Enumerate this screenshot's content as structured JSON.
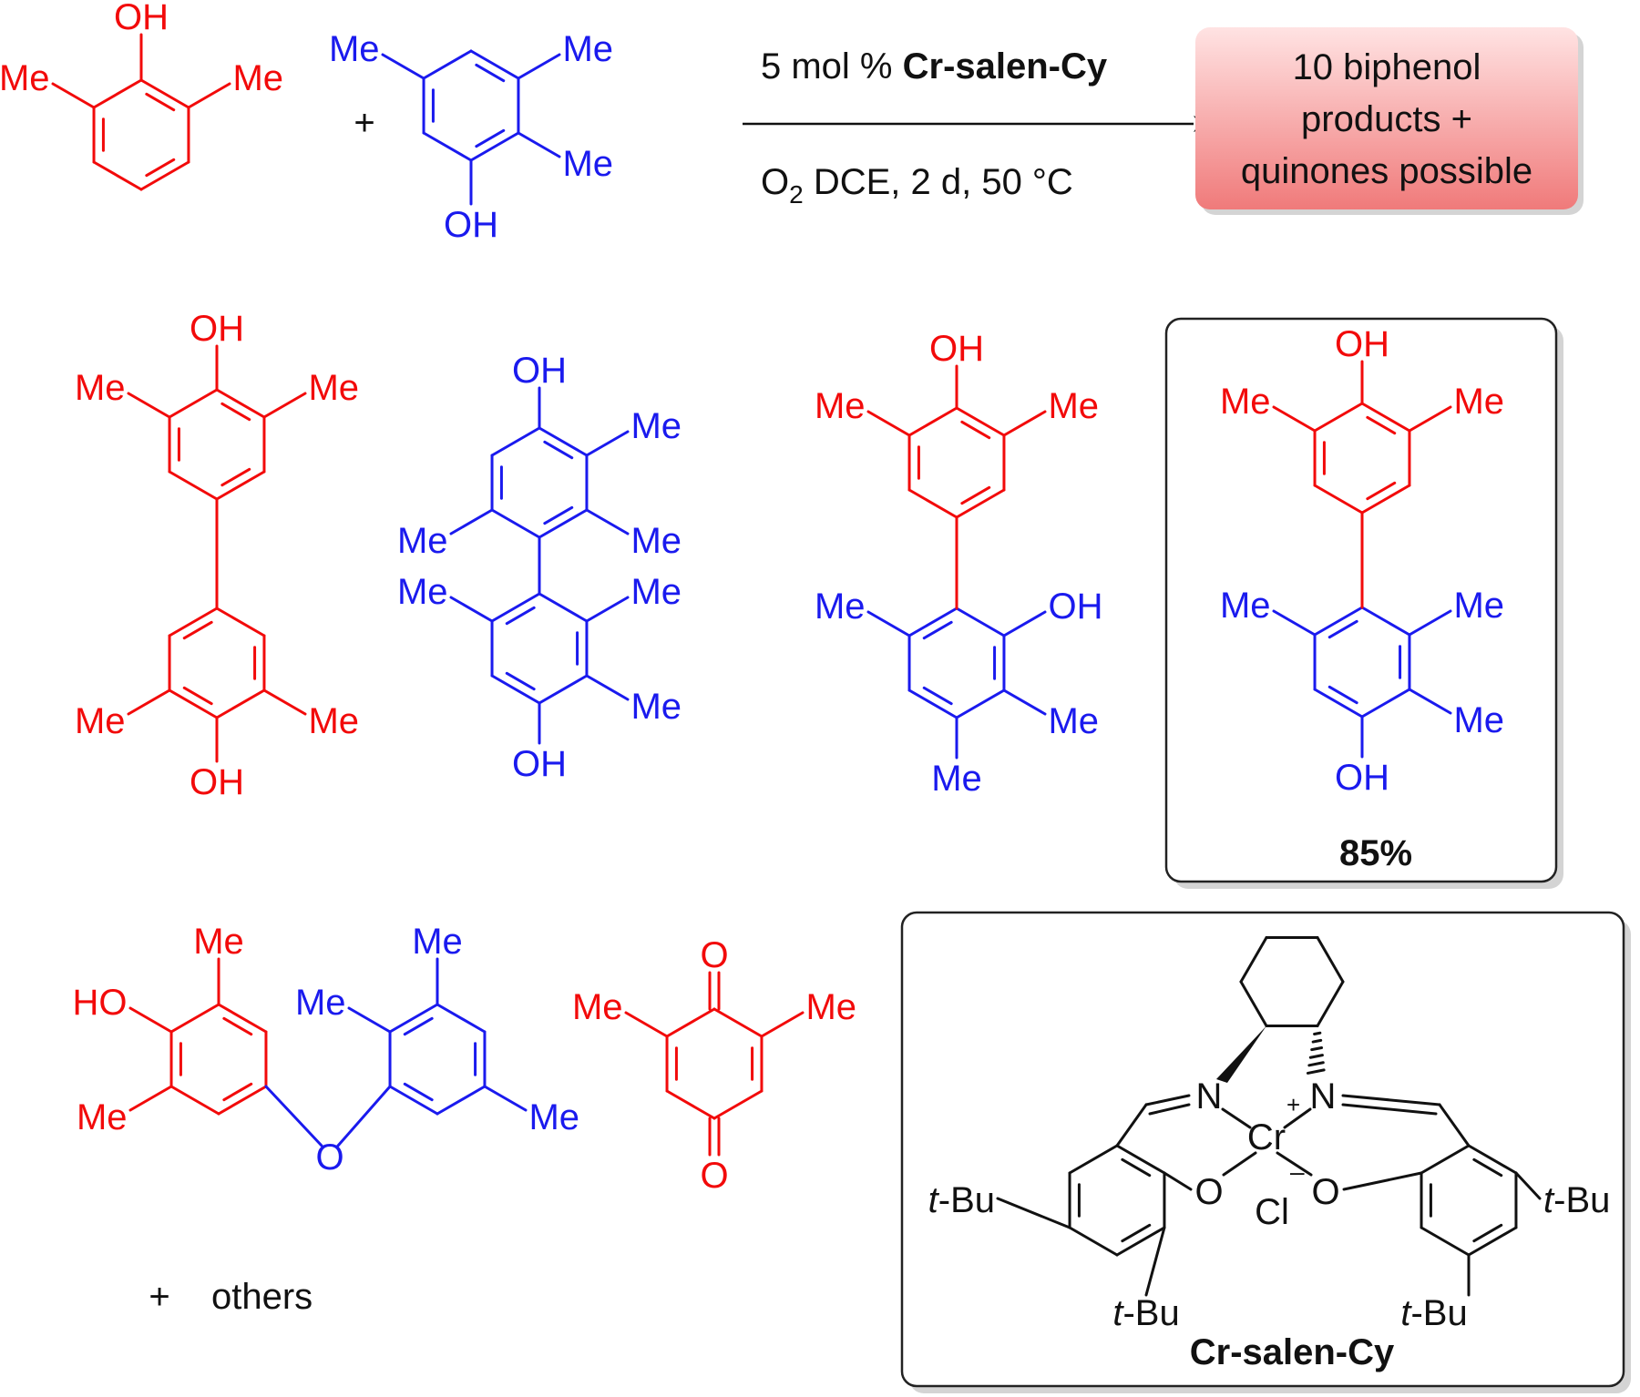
{
  "colors": {
    "red": "#f20a0a",
    "blue": "#1a1aee",
    "black": "#111111",
    "box_fill_top": "#ffe3e3",
    "box_fill_bottom": "#f07a7a"
  },
  "labels": {
    "OH": "OH",
    "HO": "HO",
    "Me": "Me",
    "O": "O",
    "tBu": "t-Bu",
    "t": "t",
    "dash_Bu": "-Bu",
    "N": "N",
    "Cr": "Cr",
    "Cl": "Cl",
    "plus": "+",
    "minus": "–"
  },
  "reaction": {
    "plus": "+",
    "cond_top_pre": "5 mol % ",
    "cond_top_catalyst": "Cr-salen-Cy",
    "cond_bottom_O": "O",
    "cond_bottom_sub": "2",
    "cond_bottom_rest": " DCE, 2 d, 50 °C",
    "result_box": [
      "10 biphenol",
      "products +",
      "quinones possible"
    ]
  },
  "highlight": {
    "yield": "85%"
  },
  "others": {
    "plus": "+",
    "text": "others"
  },
  "catalyst": {
    "name": "Cr-salen-Cy"
  }
}
